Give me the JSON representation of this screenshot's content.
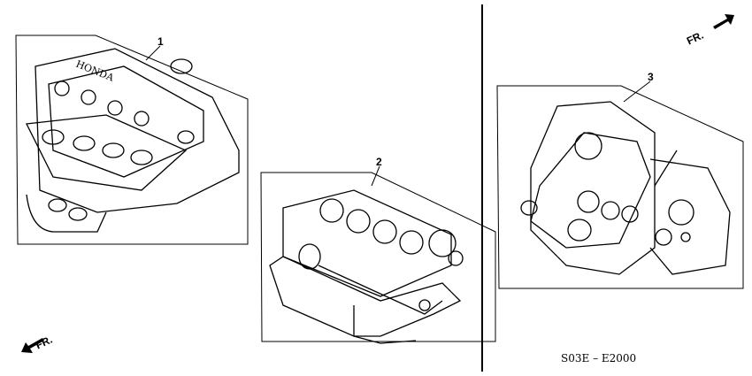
{
  "callouts": [
    {
      "number": "1"
    },
    {
      "number": "2"
    },
    {
      "number": "3"
    }
  ],
  "direction_markers": [
    {
      "label": "FR.",
      "icon": "arrow-up-right-icon"
    },
    {
      "label": "FR.",
      "icon": "arrow-down-left-icon"
    }
  ],
  "diagram_code": "S03E – E2000",
  "engine_logo": "HONDA",
  "colors": {
    "line": "#000000",
    "background": "#ffffff"
  }
}
